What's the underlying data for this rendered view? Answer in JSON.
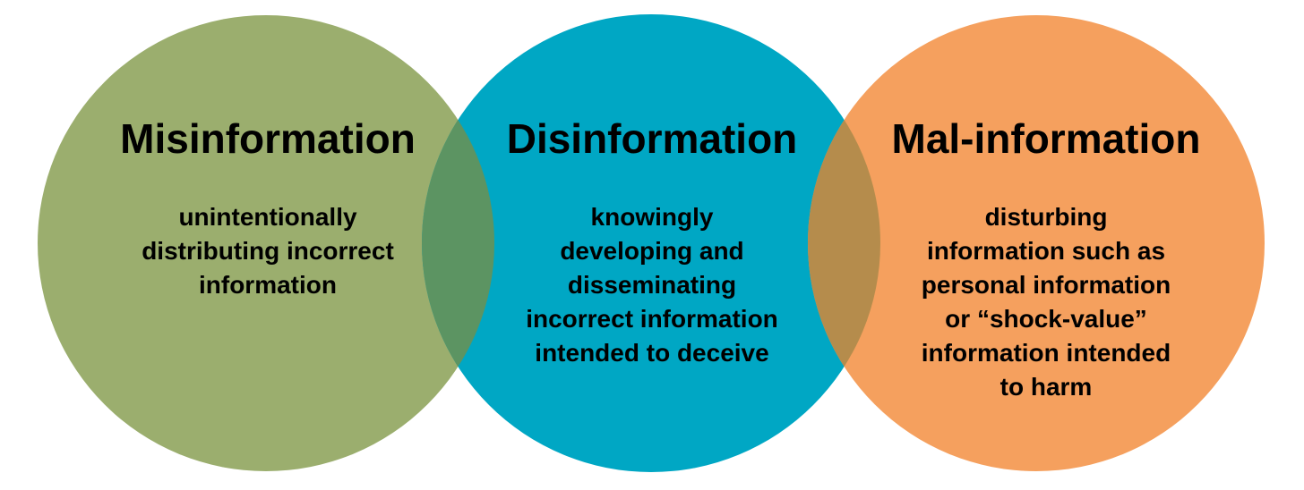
{
  "colors": {
    "misinformation": "#9bae6e",
    "disinformation": "#00a7c4",
    "malinformation": "#f5a05e",
    "overlap_left": "#5c9462",
    "overlap_right": "#b58c4c"
  },
  "circles": [
    {
      "id": "misinformation",
      "title": "Misinformation",
      "description": "unintentionally\ndistributing incorrect\ninformation"
    },
    {
      "id": "disinformation",
      "title": "Disinformation",
      "description": "knowingly\ndeveloping and\ndisseminating\nincorrect information\nintended to deceive"
    },
    {
      "id": "malinformation",
      "title": "Mal-information",
      "description": "disturbing\ninformation such as\npersonal information\nor “shock-value”\ninformation intended\nto harm"
    }
  ]
}
